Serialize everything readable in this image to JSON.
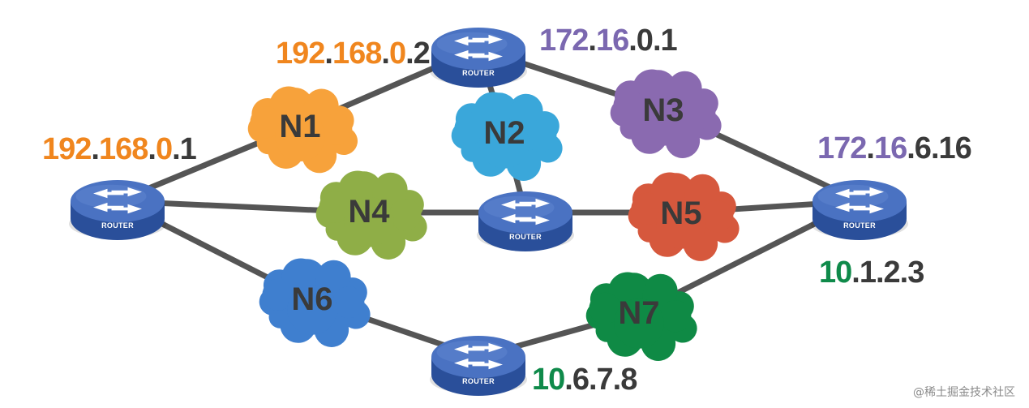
{
  "diagram": {
    "router_label": "ROUTER",
    "colors": {
      "link": "#555555",
      "router_top": "#4a72c2",
      "router_side": "#2a4f9a",
      "router_icon": "#ffffff",
      "text_dark": "#3a3a3a",
      "orange": "#f0861e",
      "purple": "#7b68b0",
      "green": "#0f8a4a"
    },
    "clouds": [
      {
        "id": "N1",
        "label": "N1",
        "color": "#f7a23b"
      },
      {
        "id": "N2",
        "label": "N2",
        "color": "#3aa7da"
      },
      {
        "id": "N3",
        "label": "N3",
        "color": "#8a6ab0"
      },
      {
        "id": "N4",
        "label": "N4",
        "color": "#8fae47"
      },
      {
        "id": "N5",
        "label": "N5",
        "color": "#d6583d"
      },
      {
        "id": "N6",
        "label": "N6",
        "color": "#3f7fcf"
      },
      {
        "id": "N7",
        "label": "N7",
        "color": "#0f8a45"
      }
    ],
    "ip_labels": [
      {
        "id": "ip-left",
        "parts": [
          {
            "t": "192",
            "c": "orange"
          },
          {
            "t": ".",
            "c": "dark"
          },
          {
            "t": "168",
            "c": "orange"
          },
          {
            "t": ".",
            "c": "dark"
          },
          {
            "t": "0",
            "c": "orange"
          },
          {
            "t": ".1",
            "c": "dark"
          }
        ]
      },
      {
        "id": "ip-top-left",
        "parts": [
          {
            "t": "192",
            "c": "orange"
          },
          {
            "t": ".",
            "c": "dark"
          },
          {
            "t": "168",
            "c": "orange"
          },
          {
            "t": ".",
            "c": "dark"
          },
          {
            "t": "0",
            "c": "orange"
          },
          {
            "t": ".2",
            "c": "dark"
          }
        ]
      },
      {
        "id": "ip-top-right",
        "parts": [
          {
            "t": "172",
            "c": "purple"
          },
          {
            "t": ".",
            "c": "dark"
          },
          {
            "t": "16",
            "c": "purple"
          },
          {
            "t": ".0.1",
            "c": "dark"
          }
        ]
      },
      {
        "id": "ip-right",
        "parts": [
          {
            "t": "172",
            "c": "purple"
          },
          {
            "t": ".",
            "c": "dark"
          },
          {
            "t": "16",
            "c": "purple"
          },
          {
            "t": ".6.16",
            "c": "dark"
          }
        ]
      },
      {
        "id": "ip-right-lower",
        "parts": [
          {
            "t": "10",
            "c": "green"
          },
          {
            "t": ".1.2.3",
            "c": "dark"
          }
        ]
      },
      {
        "id": "ip-bottom",
        "parts": [
          {
            "t": "10",
            "c": "green"
          },
          {
            "t": ".6.7.8",
            "c": "dark"
          }
        ]
      }
    ],
    "watermark": "@稀土掘金技术社区"
  }
}
